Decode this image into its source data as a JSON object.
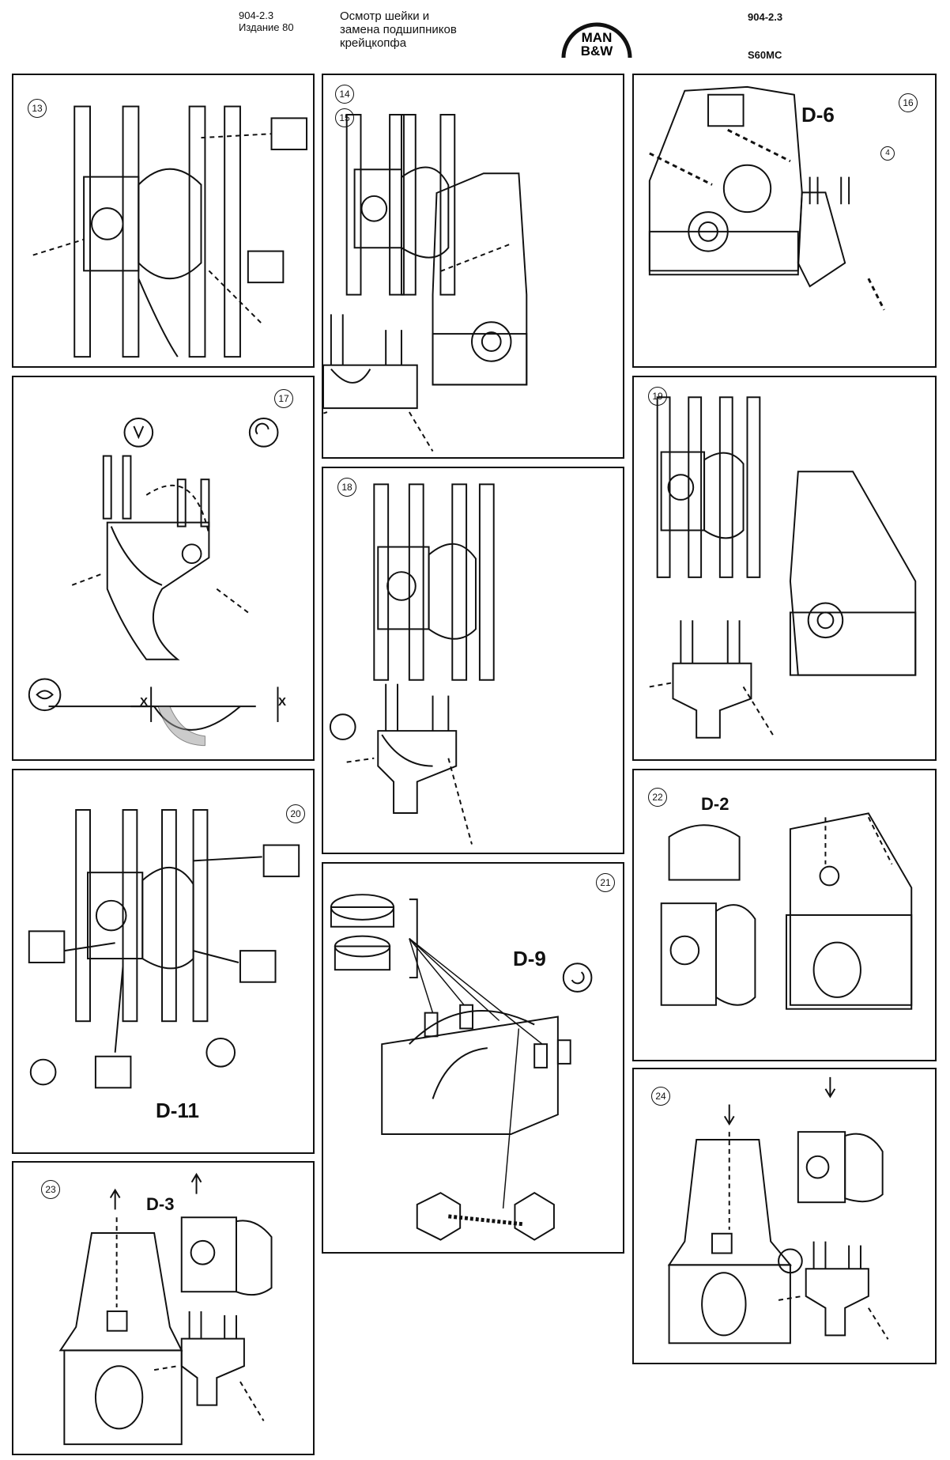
{
  "header": {
    "doc_left_line1": "904-2.3",
    "doc_left_line2": "Издание 80",
    "title_line1": "Осмотр шейки и",
    "title_line2": "замена подшипников",
    "title_line3": "крейцкопфа",
    "logo_top": "MAN",
    "logo_bottom": "B&W",
    "doc_right": "904-2.3",
    "engine": "S60MC"
  },
  "panels": {
    "p13": {
      "num": "13"
    },
    "p14": {
      "num1": "14",
      "num2": "15"
    },
    "p16": {
      "num": "16",
      "code": "D-6",
      "small": "4"
    },
    "p17": {
      "num": "17",
      "x_left": "X",
      "x_right": "X"
    },
    "p18": {
      "num": "18"
    },
    "p19": {
      "num": "19"
    },
    "p20": {
      "num": "20",
      "code": "D-11"
    },
    "p21": {
      "num": "21",
      "code": "D-9"
    },
    "p22": {
      "num": "22",
      "code": "D-2"
    },
    "p23": {
      "num": "23",
      "code": "D-3"
    },
    "p24": {
      "num": "24"
    }
  }
}
